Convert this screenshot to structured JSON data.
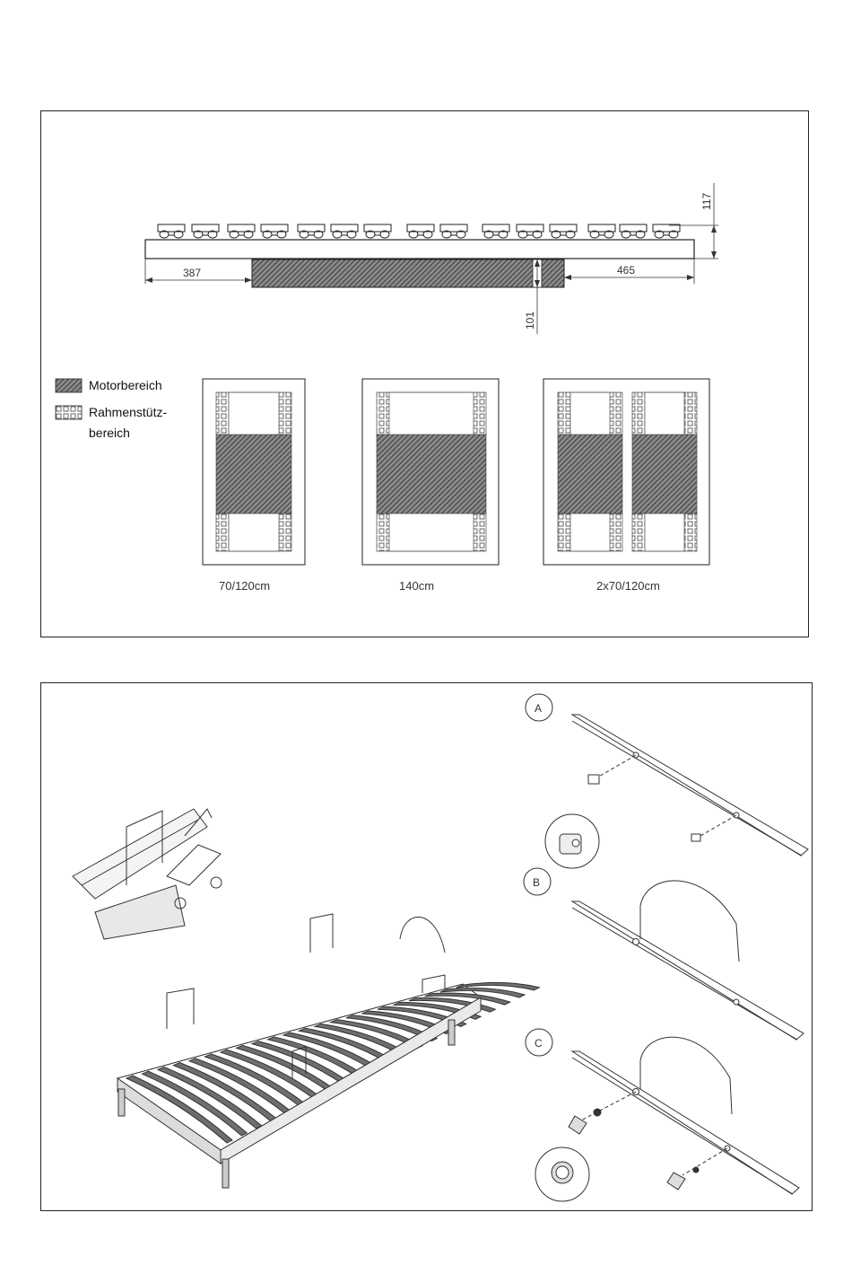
{
  "dimensions": {
    "left_offset": "387",
    "right_offset": "465",
    "slat_height": "117",
    "motor_depth": "101"
  },
  "legend": {
    "motor_label": "Motorbereich",
    "frame_label_line1": "Rahmenstütz-",
    "frame_label_line2": "bereich"
  },
  "layouts": [
    {
      "caption": "70/120cm"
    },
    {
      "caption": "140cm"
    },
    {
      "caption": "2x70/120cm"
    }
  ],
  "assembly": {
    "steps": [
      {
        "label": "A"
      },
      {
        "label": "B"
      },
      {
        "label": "C"
      }
    ]
  },
  "colors": {
    "motor_hatch": "#555555",
    "line": "#333333"
  }
}
